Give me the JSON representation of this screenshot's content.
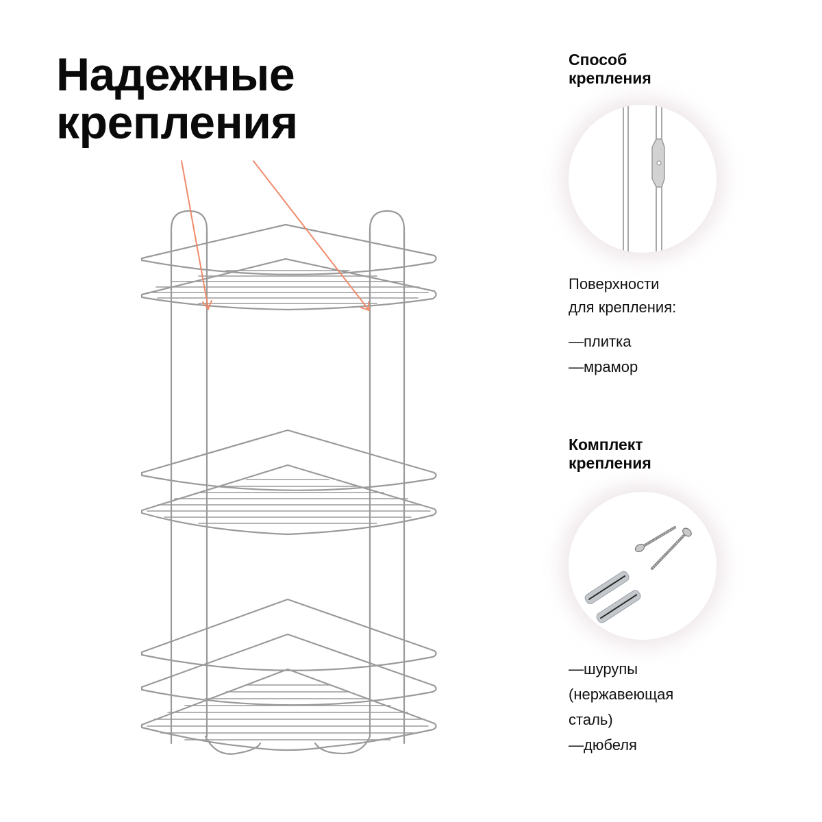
{
  "headline": {
    "line1": "Надежные",
    "line2": "крепления"
  },
  "accent_color": "#f08a6a",
  "mounting_method": {
    "title_line1": "Способ",
    "title_line2": "крепления",
    "image": "wall-mount-bracket-closeup"
  },
  "surfaces": {
    "label_line1": "Поверхности",
    "label_line2": "для крепления:",
    "items": [
      "—плитка",
      "—мрамор"
    ]
  },
  "mounting_kit": {
    "title_line1": "Комплект",
    "title_line2": "крепления",
    "image": "screws-and-dowels",
    "items": [
      "—шурупы",
      "(нержавеющая",
      "сталь)",
      "—дюбеля"
    ]
  },
  "product": {
    "name": "corner-shelf-3-tier",
    "tiers": 3,
    "callouts": 2
  }
}
